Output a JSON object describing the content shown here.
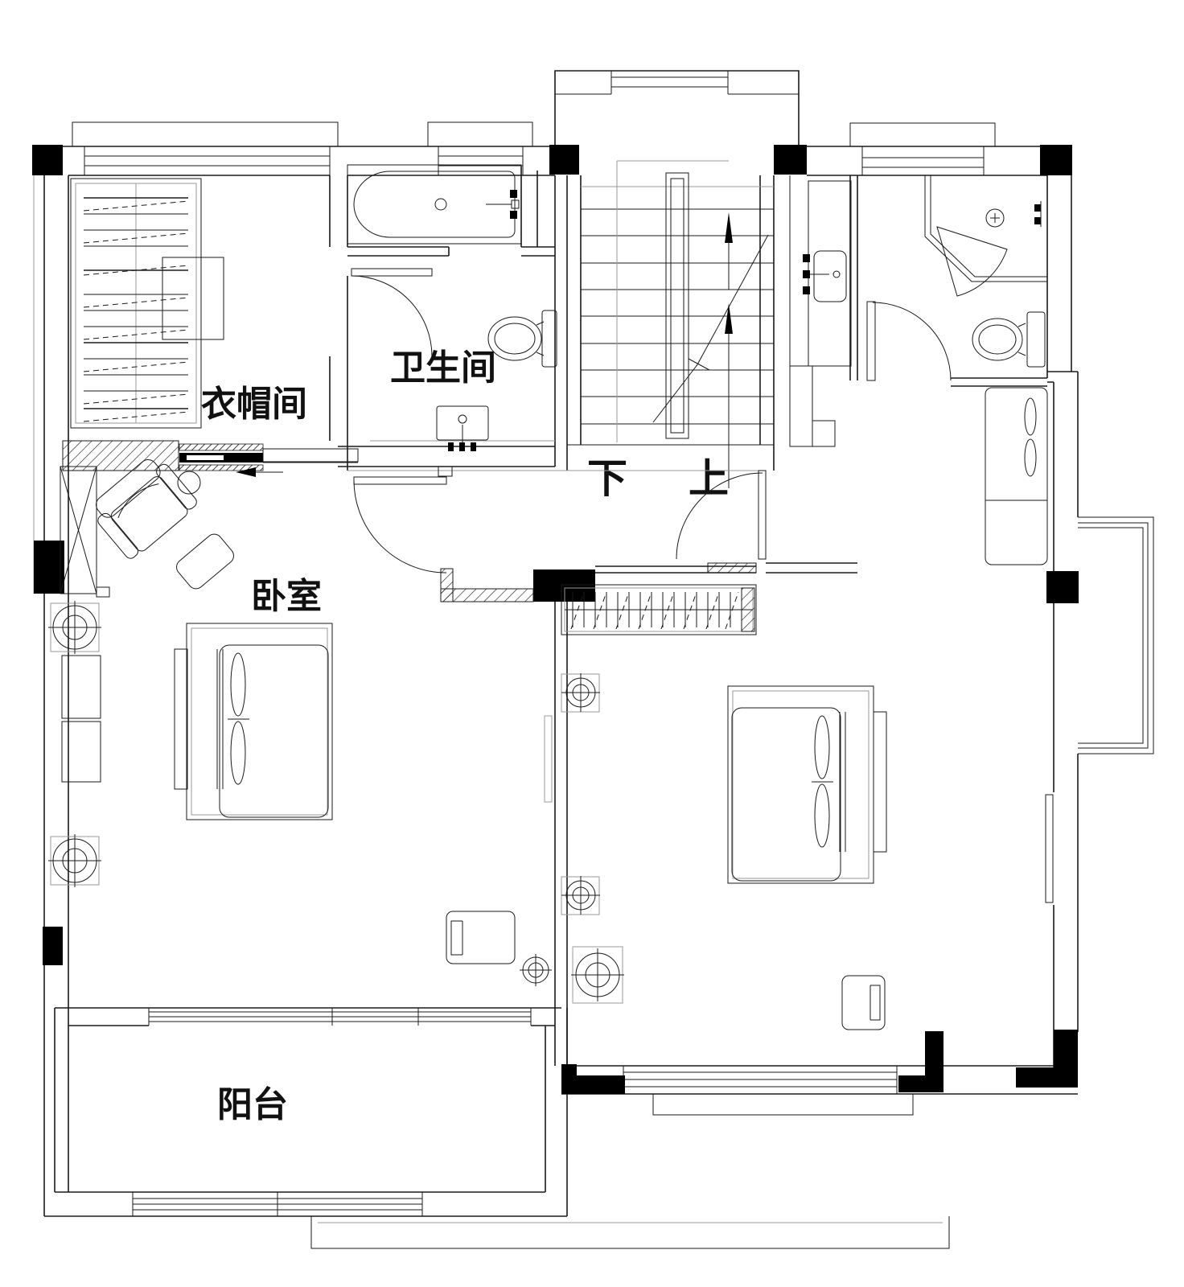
{
  "floor_plan": {
    "background_color": "#ffffff",
    "line_color": "#1a1a1a",
    "column_color": "#000000",
    "rooms": {
      "cloakroom": {
        "label": "衣帽间"
      },
      "bathroom_main": {
        "label": "卫生间"
      },
      "bedroom": {
        "label": "卧室"
      },
      "balcony": {
        "label": "阳台"
      }
    },
    "stairs": {
      "down_label": "下",
      "up_label": "上"
    },
    "fixtures": [
      "wardrobe-shelves-icon",
      "dressing-table",
      "sliding-door-icon",
      "armchair-icon",
      "ottoman-icon",
      "side-table-icon",
      "bathtub-icon",
      "toilet-icon",
      "vanity-sink-icon",
      "stair-flight-icon",
      "corner-shower-icon",
      "shower-head-icon",
      "hanging-closet-icon",
      "double-bed-icon",
      "pillow-icon",
      "nightstand-icon",
      "downlight-icon",
      "chair-icon",
      "storage-cabinet-icon",
      "bay-window-icon",
      "door-swing-icon",
      "window-icon",
      "structural-column-icon"
    ]
  }
}
